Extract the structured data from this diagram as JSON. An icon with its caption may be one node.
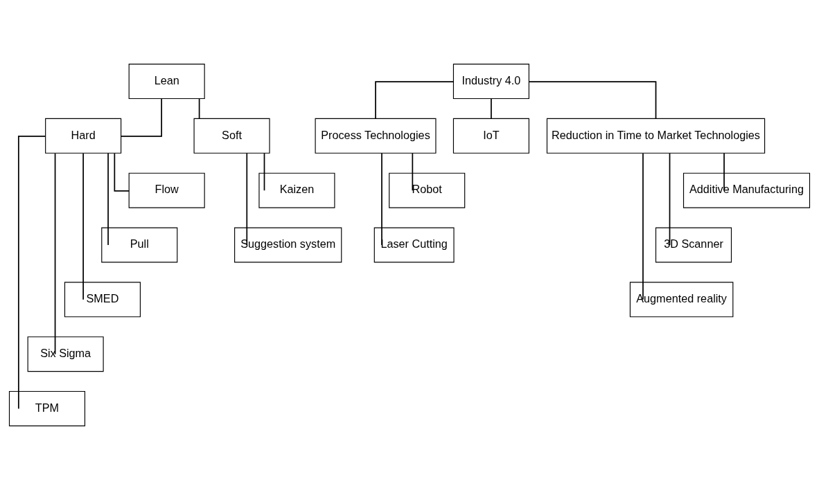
{
  "diagram": {
    "nodes": [
      {
        "text": [
          "Lean"
        ]
      },
      {
        "text": [
          "Hard"
        ]
      },
      {
        "text": [
          "Soft"
        ]
      },
      {
        "text": [
          "Flow"
        ]
      },
      {
        "text": [
          "Pull"
        ]
      },
      {
        "text": [
          "SMED"
        ]
      },
      {
        "text": [
          "Six Sigma"
        ]
      },
      {
        "text": [
          "TPM"
        ]
      },
      {
        "text": [
          "Kaizen"
        ]
      },
      {
        "text": [
          "Suggestion system"
        ]
      },
      {
        "text": [
          "Industry 4.0"
        ]
      },
      {
        "text": [
          "Process Technologies"
        ]
      },
      {
        "text": [
          "IoT"
        ]
      },
      {
        "text": [
          "Reduction in Time to Market Technologies"
        ]
      },
      {
        "text": [
          "Robot"
        ]
      },
      {
        "text": [
          "Laser Cutting"
        ]
      },
      {
        "text": [
          "Additive Manufacturing"
        ]
      },
      {
        "text": [
          "3D Scanner"
        ]
      },
      {
        "text": [
          "Augmented reality"
        ]
      }
    ],
    "edges": [
      {
        "from": 0,
        "to": 1,
        "arrow": "none"
      },
      {
        "from": 0,
        "to": 2,
        "arrow": "none"
      },
      {
        "from": 1,
        "to": 3,
        "arrow": "none"
      },
      {
        "from": 1,
        "to": 4,
        "arrow": "none"
      },
      {
        "from": 1,
        "to": 5,
        "arrow": "none"
      },
      {
        "from": 1,
        "to": 6,
        "arrow": "none"
      },
      {
        "from": 1,
        "to": 7,
        "arrow": "none"
      },
      {
        "from": 2,
        "to": 8,
        "arrow": "none"
      },
      {
        "from": 2,
        "to": 9,
        "arrow": "none"
      },
      {
        "from": 10,
        "to": 11,
        "arrow": "none"
      },
      {
        "from": 10,
        "to": 12,
        "arrow": "none"
      },
      {
        "from": 10,
        "to": 13,
        "arrow": "none"
      },
      {
        "from": 11,
        "to": 14,
        "arrow": "none"
      },
      {
        "from": 11,
        "to": 15,
        "arrow": "none"
      },
      {
        "from": 13,
        "to": 16,
        "arrow": "none"
      },
      {
        "from": 13,
        "to": 17,
        "arrow": "none"
      },
      {
        "from": 13,
        "to": 18,
        "arrow": "none"
      }
    ]
  }
}
